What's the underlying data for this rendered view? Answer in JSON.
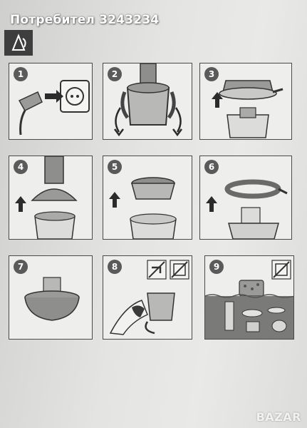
{
  "header": {
    "user_label": "Потребител 3243234"
  },
  "colors": {
    "panel_border": "#4a4a4a",
    "badge": "#5a5a5a",
    "arrow": "#2b2b2b",
    "appliance": "#9a9a98"
  },
  "steps": [
    {
      "number": "1",
      "icons": [
        "plug-icon",
        "socket-icon",
        "arrow-right-icon"
      ]
    },
    {
      "number": "2",
      "icons": [
        "juicer-base-icon",
        "rotate-arrow-icon"
      ]
    },
    {
      "number": "3",
      "icons": [
        "lid-icon",
        "arrow-up-icon"
      ]
    },
    {
      "number": "4",
      "icons": [
        "pusher-icon",
        "arrow-up-icon"
      ]
    },
    {
      "number": "5",
      "icons": [
        "filter-icon",
        "arrow-up-icon"
      ]
    },
    {
      "number": "6",
      "icons": [
        "ring-icon",
        "arrow-up-icon"
      ]
    },
    {
      "number": "7",
      "icons": [
        "bowl-icon"
      ]
    },
    {
      "number": "8",
      "icons": [
        "no-tap-icon",
        "no-dishwasher-icon",
        "cloth-icon"
      ]
    },
    {
      "number": "9",
      "icons": [
        "sponge-icon",
        "no-dishwasher-icon",
        "water-icon"
      ]
    }
  ],
  "watermark": {
    "text": "BAZAR"
  }
}
